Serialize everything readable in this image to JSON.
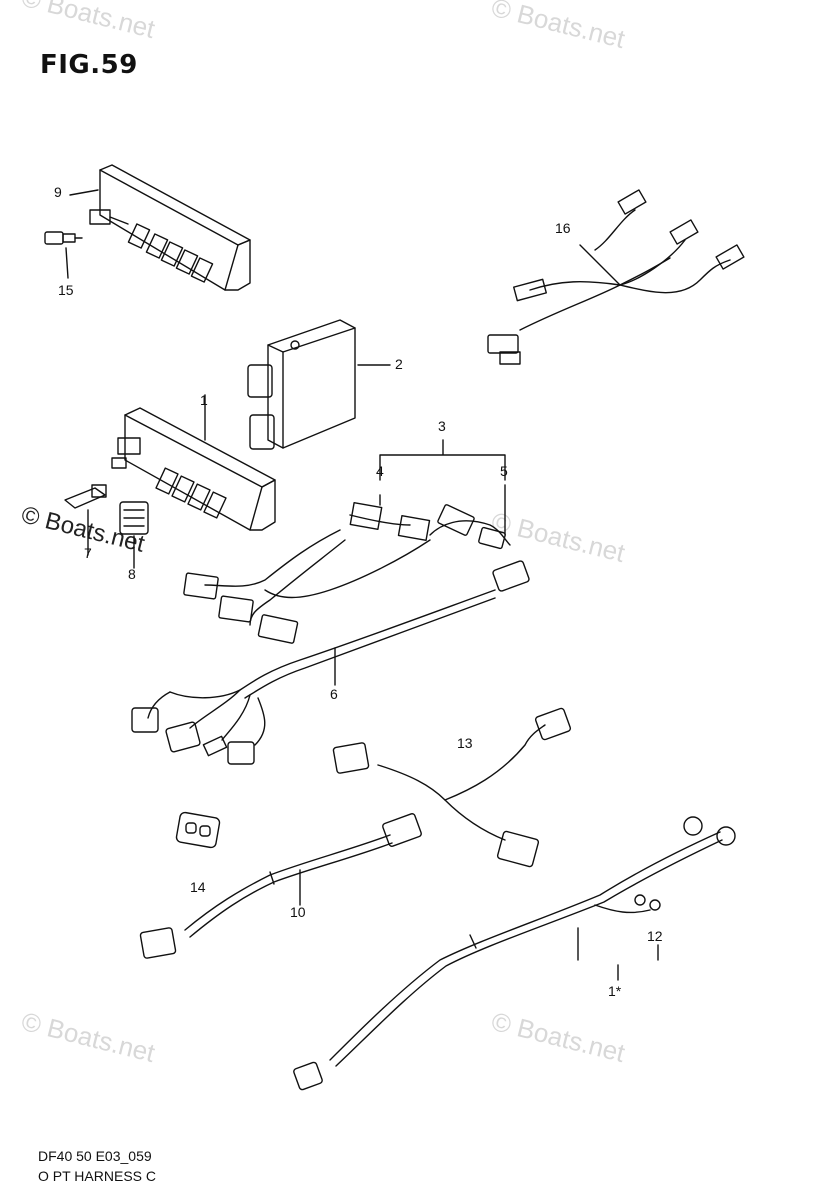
{
  "figure": {
    "title": "FIG.59"
  },
  "watermark": {
    "text": "© Boats.net"
  },
  "callouts": {
    "c1": "1",
    "c2": "2",
    "c3": "3",
    "c4": "4",
    "c5": "5",
    "c6": "6",
    "c7": "7",
    "c8": "8",
    "c9": "9",
    "c10": "10",
    "c11": "1*",
    "c12": "12",
    "c13": "13",
    "c14": "14",
    "c15": "15",
    "c16": "16"
  },
  "footer": {
    "code": "DF40 50 E03_059",
    "caption": "O PT HARNESS C"
  }
}
